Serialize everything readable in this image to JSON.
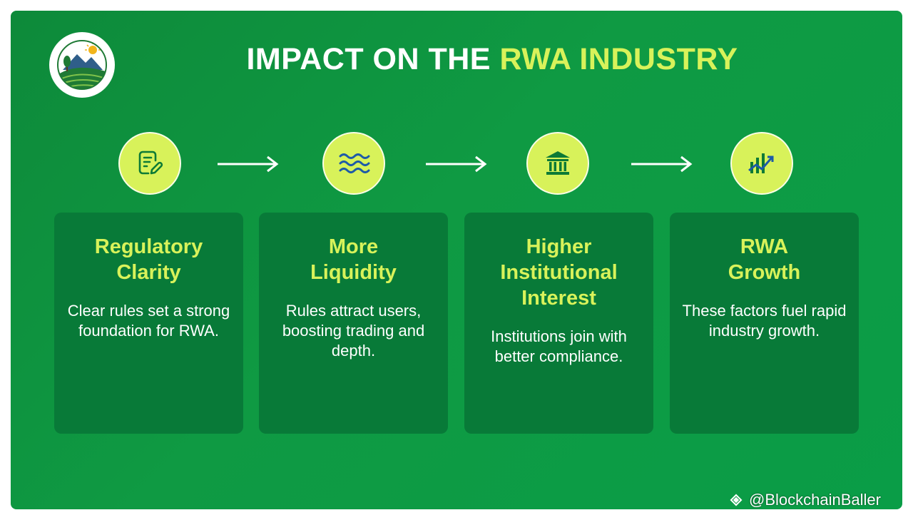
{
  "title": {
    "prefix": "IMPACT ON THE",
    "highlight": "RWA INDUSTRY"
  },
  "colors": {
    "background": "#0f9a43",
    "card": "#087a38",
    "accent": "#d8f25a",
    "text": "#ffffff"
  },
  "logo": {
    "icon": "landscape-sun-logo"
  },
  "steps": [
    {
      "icon": "document-edit-icon",
      "title_line1": "Regulatory",
      "title_line2": "Clarity",
      "title_line3": "",
      "description": "Clear rules set a strong foundation for RWA."
    },
    {
      "icon": "waves-icon",
      "title_line1": "More",
      "title_line2": "Liquidity",
      "title_line3": "",
      "description": "Rules attract users, boosting trading and depth."
    },
    {
      "icon": "bank-building-icon",
      "title_line1": "Higher",
      "title_line2": "Institutional",
      "title_line3": "Interest",
      "description": "Institutions join with better compliance."
    },
    {
      "icon": "growth-chart-icon",
      "title_line1": "RWA",
      "title_line2": "Growth",
      "title_line3": "",
      "description": "These factors fuel rapid industry growth."
    }
  ],
  "watermark": {
    "text": "@BlockchainBaller"
  }
}
